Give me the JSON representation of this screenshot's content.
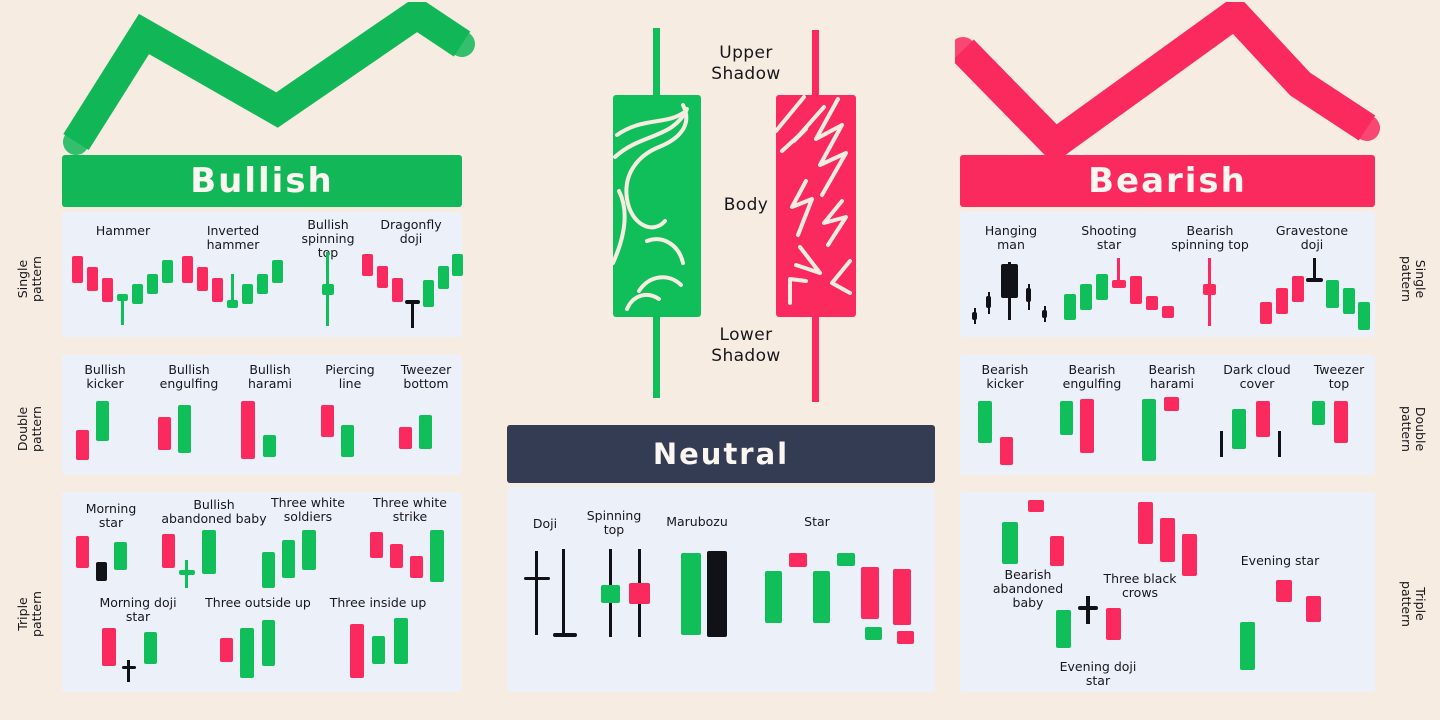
{
  "meta": {
    "background_color": "#f7ece1",
    "panel_color": "#ecf1f9",
    "bullish_color": "#12b757",
    "bearish_color": "#fa2a5e",
    "neutral_color": "#343c53",
    "black_color": "#111217"
  },
  "headers": {
    "bullish": "Bullish",
    "bearish": "Bearish",
    "neutral": "Neutral"
  },
  "center_diagram": {
    "upper_shadow": "Upper\nShadow",
    "body": "Body",
    "lower_shadow": "Lower\nShadow"
  },
  "row_labels_left": [
    {
      "text": "Single\npattern"
    },
    {
      "text": "Double\npattern"
    },
    {
      "text": "Triple\npattern"
    }
  ],
  "row_labels_right": [
    {
      "text": "Single\npattern"
    },
    {
      "text": "Double\npattern"
    },
    {
      "text": "Triple\npattern"
    }
  ],
  "bullish": {
    "single": [
      {
        "label": "Hammer"
      },
      {
        "label": "Inverted\nhammer"
      },
      {
        "label": "Bullish\nspinning\ntop"
      },
      {
        "label": "Dragonfly\ndoji"
      }
    ],
    "double": [
      {
        "label": "Bullish\nkicker"
      },
      {
        "label": "Bullish\nengulfing"
      },
      {
        "label": "Bullish\nharami"
      },
      {
        "label": "Piercing\nline"
      },
      {
        "label": "Tweezer\nbottom"
      }
    ],
    "triple": [
      {
        "label": "Morning\nstar"
      },
      {
        "label": "Bullish\nabandoned baby"
      },
      {
        "label": "Three white\nsoldiers"
      },
      {
        "label": "Three white\nstrike"
      },
      {
        "label": "Morning doji\nstar"
      },
      {
        "label": "Three outside up"
      },
      {
        "label": "Three inside up"
      }
    ]
  },
  "bearish": {
    "single": [
      {
        "label": "Hanging\nman"
      },
      {
        "label": "Shooting\nstar"
      },
      {
        "label": "Bearish\nspinning top"
      },
      {
        "label": "Gravestone\ndoji"
      }
    ],
    "double": [
      {
        "label": "Bearish\nkicker"
      },
      {
        "label": "Bearish\nengulfing"
      },
      {
        "label": "Bearish\nharami"
      },
      {
        "label": "Dark cloud\ncover"
      },
      {
        "label": "Tweezer\ntop"
      }
    ],
    "triple": [
      {
        "label": "Bearish\nabandoned\nbaby"
      },
      {
        "label": "Three black\ncrows"
      },
      {
        "label": "Evening star"
      },
      {
        "label": "Evening doji\nstar"
      }
    ]
  },
  "neutral": {
    "patterns": [
      {
        "label": "Doji"
      },
      {
        "label": "Spinning\ntop"
      },
      {
        "label": "Marubozu"
      },
      {
        "label": "Star"
      }
    ]
  }
}
